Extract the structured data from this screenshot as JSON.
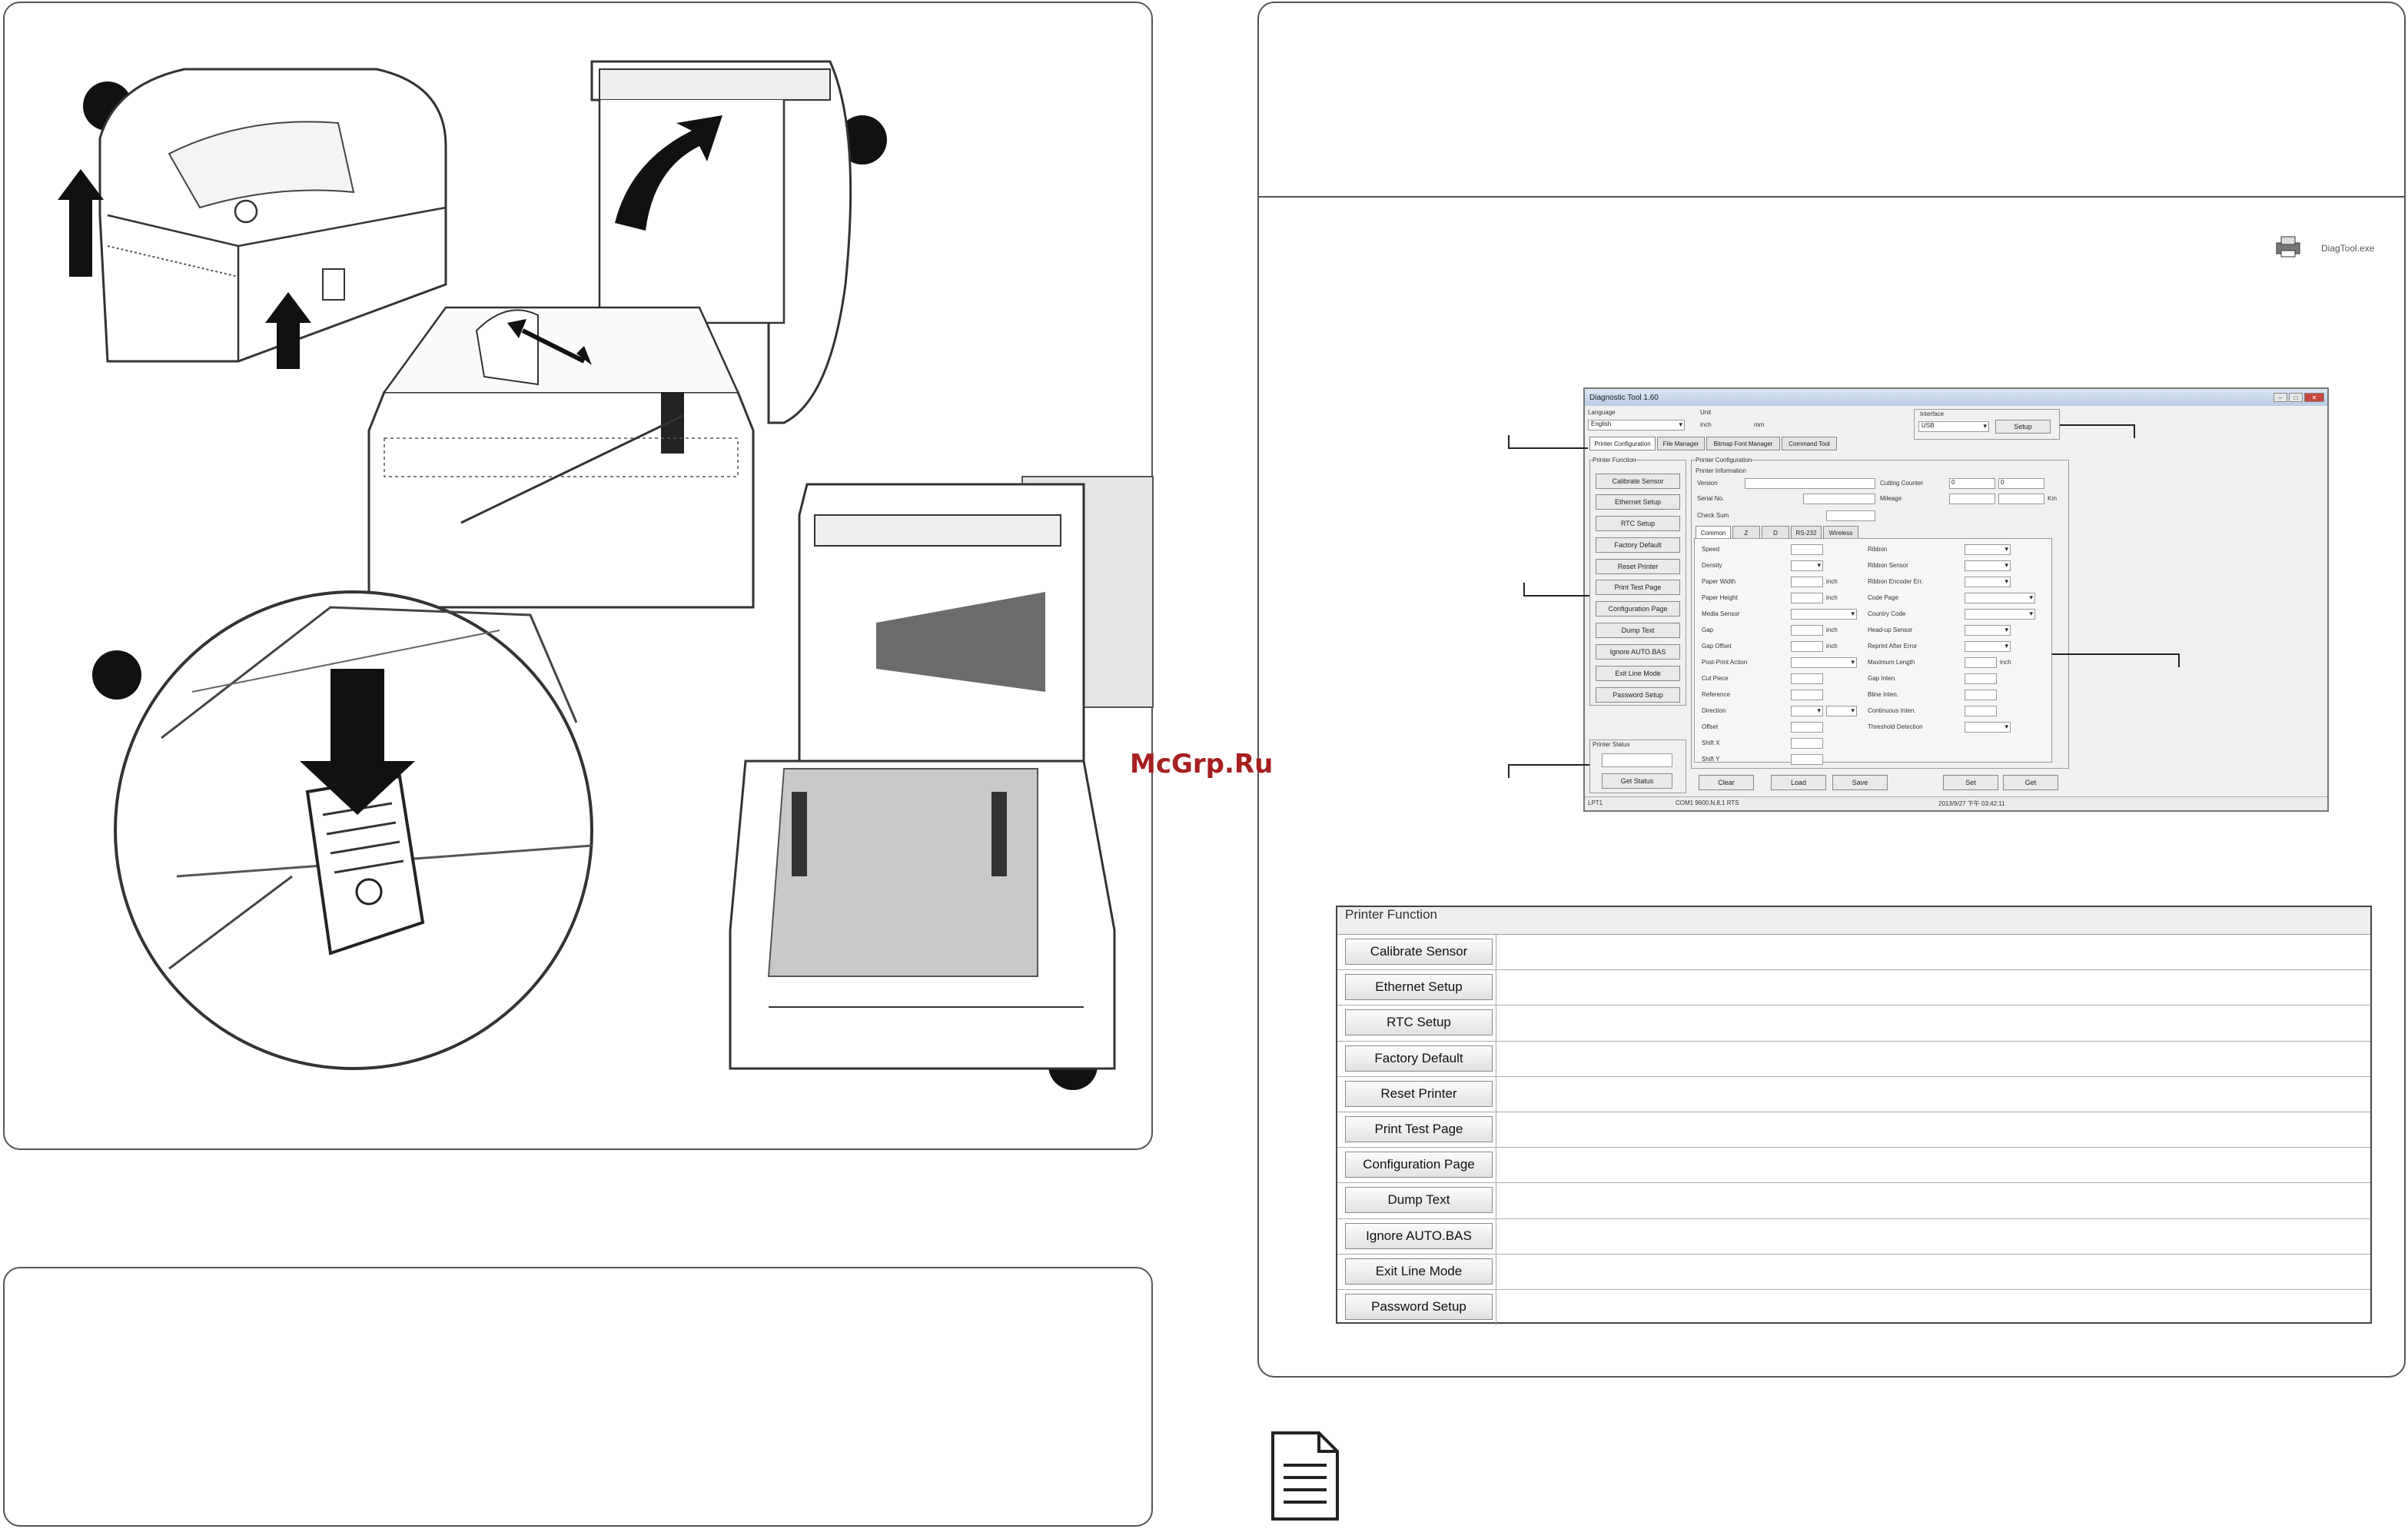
{
  "watermark": "McGrp.Ru",
  "desktop_icon": {
    "label": "DiagTool.exe"
  },
  "diagnostic_tool": {
    "title": "Diagnostic Tool 1.60",
    "language_label": "Language",
    "language_value": "English",
    "unit_label": "Unit",
    "unit_options": [
      "inch",
      "mm"
    ],
    "interface_label": "Interface",
    "interface_value": "USB",
    "setup_button": "Setup",
    "tabs": [
      "Printer Configuration",
      "File Manager",
      "Bitmap Font Manager",
      "Command Tool"
    ],
    "printer_function_title": "Printer Function",
    "function_buttons": [
      "Calibrate Sensor",
      "Ethernet Setup",
      "RTC Setup",
      "Factory Default",
      "Reset Printer",
      "Print Test Page",
      "Configuration Page",
      "Dump Text",
      "Ignore AUTO.BAS",
      "Exit Line Mode",
      "Password Setup"
    ],
    "printer_status_title": "Printer Status",
    "get_status_button": "Get Status",
    "config_title": "Printer Configuration",
    "info_title": "Printer Information",
    "info_labels": [
      "Version",
      "Serial No.",
      "Check Sum"
    ],
    "counter_labels": [
      "Cutting Counter",
      "Mileage"
    ],
    "counter_values": [
      "0",
      "0"
    ],
    "mileage_unit": "Km",
    "sub_tabs": [
      "Common",
      "Z",
      "D",
      "RS-232",
      "Wireless"
    ],
    "left_fields": [
      "Speed",
      "Density",
      "Paper Width",
      "Paper Height",
      "Media Sensor",
      "Gap",
      "Gap Offset",
      "Post-Print Action",
      "Cut Piece",
      "Reference",
      "Direction",
      "Offset",
      "Shift X",
      "Shift Y"
    ],
    "left_units": {
      "paper_width": "inch",
      "paper_height": "inch",
      "gap": "inch",
      "gap_offset": "inch"
    },
    "right_fields": [
      "Ribbon",
      "Ribbon Sensor",
      "Ribbon Encoder Err.",
      "Code Page",
      "Country Code",
      "Head-up Sensor",
      "Reprint After Error",
      "Maximum Length",
      "Gap Inten.",
      "Bline Inten.",
      "Continuous Inten.",
      "Threshold Detection"
    ],
    "max_length_unit": "inch",
    "bottom_buttons": [
      "Clear",
      "Load",
      "Save",
      "Set",
      "Get"
    ],
    "status_bar": {
      "port": "LPT1",
      "com": "COM1 9600,N,8,1 RTS",
      "datetime": "2013/9/27 下午 03:42:11"
    }
  },
  "printer_function_table": {
    "title": "Printer Function",
    "rows": [
      "Calibrate Sensor",
      "Ethernet Setup",
      "RTC Setup",
      "Factory Default",
      "Reset Printer",
      "Print Test Page",
      "Configuration Page",
      "Dump Text",
      "Ignore AUTO.BAS",
      "Exit Line Mode",
      "Password Setup"
    ]
  }
}
